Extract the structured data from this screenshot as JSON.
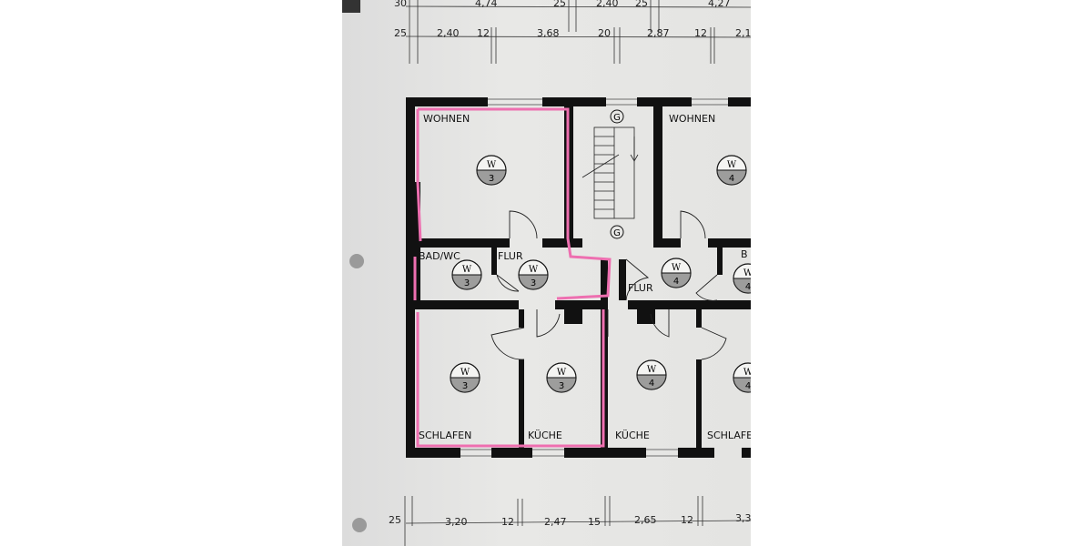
{
  "dimensions": {
    "top_row_1": [
      "30",
      "4,74",
      "25",
      "2,40",
      "25",
      "4,27"
    ],
    "top_row_2": [
      "25",
      "2,40",
      "12",
      "3,68",
      "20",
      "2,87",
      "12",
      "2,1"
    ],
    "bottom_row": [
      "25",
      "3,20",
      "12",
      "2,47",
      "15",
      "2,65",
      "12",
      "3,3"
    ]
  },
  "rooms": {
    "wohnen_left": "WOHNEN",
    "wohnen_right": "WOHNEN",
    "bad_wc": "BAD/WC",
    "flur_left": "FLUR",
    "flur_right": "FLUR",
    "bad_right_partial": "B",
    "schlafen_left": "SCHLAFEN",
    "kueche_left": "KÜCHE",
    "kueche_right": "KÜCHE",
    "schlafen_right_partial": "SCHLAFE"
  },
  "symbols": {
    "w": "W",
    "g": "G",
    "unit_left": "3",
    "unit_right": "4"
  },
  "colors": {
    "highlight": "#ee6fb0",
    "walls": "#111111"
  }
}
